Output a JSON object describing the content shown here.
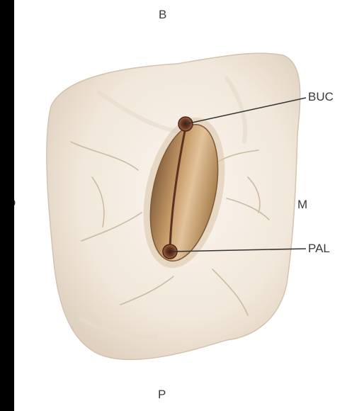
{
  "orientation": {
    "top": "B",
    "bottom": "P",
    "left": "D",
    "right": "M"
  },
  "callouts": {
    "buccal": "BUC",
    "palatal": "PAL"
  },
  "colors": {
    "background": "#ffffff",
    "frame": "#000000",
    "tooth": "#f2e8dc",
    "cavity": "#b08555",
    "canal": "#6b3a25",
    "leader": "#333333"
  }
}
